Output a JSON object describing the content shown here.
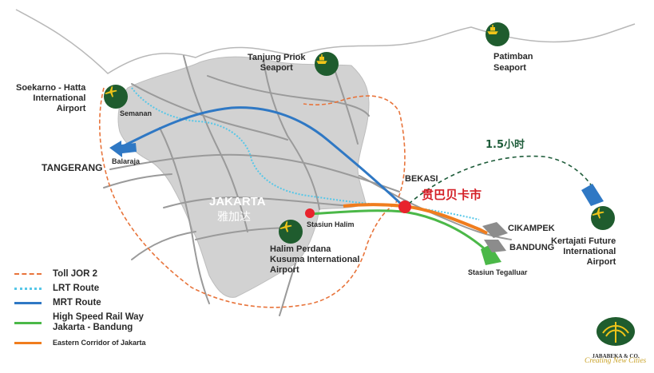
{
  "places": {
    "soekarno_hatta": "Soekarno - Hatta\nInternational\nAirport",
    "semanan": "Semanan",
    "tangerang": "TANGERANG",
    "balaraja": "Balaraja",
    "tanjung_priok": "Tanjung Priok\nSeaport",
    "patimban": "Patimban\nSeaport",
    "jakarta": "JAKARTA",
    "jakarta_cn": "雅加达",
    "stasiun_halim": "Stasiun Halim",
    "halim_airport": "Halim Perdana\nKusuma International\nAirport",
    "bekasi": "BEKASI",
    "bekasi_cn": "贯巴贝卡市",
    "cikampek": "CIKAMPEK",
    "bandung": "BANDUNG",
    "stasiun_tegalluar": "Stasiun Tegalluar",
    "kertajati": "Kertajati Future\nInternational\nAirport",
    "travel_time": "1.5小时"
  },
  "legend": [
    {
      "label": "Toll JOR 2",
      "style": "dashed",
      "color": "#e8743b"
    },
    {
      "label": "LRT Route",
      "style": "dotted",
      "color": "#56c7e8"
    },
    {
      "label": "MRT Route",
      "style": "solid",
      "color": "#2f78c4"
    },
    {
      "label": "High Speed Rail Way\nJakarta - Bandung",
      "style": "solid",
      "color": "#4bb848"
    },
    {
      "label": "Eastern Corridor of Jakarta",
      "style": "solid",
      "color": "#f07d1e"
    }
  ],
  "logo": {
    "name": "JABABEKA & CO.",
    "tagline": "Creating New Cities"
  },
  "colors": {
    "land": "#d2d2d2",
    "roads": "#9a9a9a",
    "icon_bg": "#1f5c2e",
    "icon_fg": "#f0c419",
    "marker": "#e8232d",
    "cn_text": "#d42027",
    "dash_green": "#1e5c3a"
  }
}
